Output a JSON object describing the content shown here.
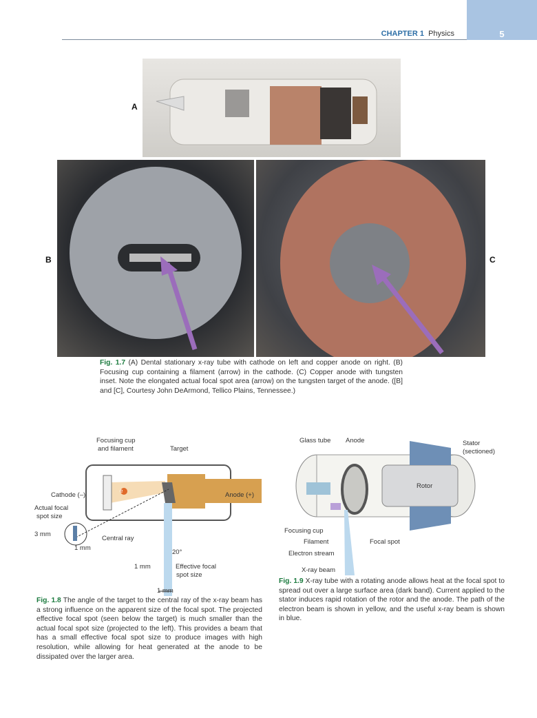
{
  "header": {
    "chapter_label": "CHAPTER 1",
    "chapter_title": "Physics",
    "page_number": "5"
  },
  "figure_1_7": {
    "panel_labels": [
      "A",
      "B",
      "C"
    ],
    "caption_label": "Fig. 1.7",
    "caption_text": "(A) Dental stationary x-ray tube with cathode on left and copper anode on right. (B) Focusing cup containing a filament (arrow) in the cathode. (C) Copper anode with tungsten inset. Note the elongated actual focal spot area (arrow) on the tungsten target of the anode. ([B] and [C], Courtesy John DeArmond, Tellico Plains, Tennessee.)"
  },
  "figure_1_8": {
    "labels": {
      "focusing_cup": "Focusing cup",
      "and_filament": "and filament",
      "target": "Target",
      "cathode": "Cathode (–)",
      "anode": "Anode (+)",
      "actual_focal": "Actual focal",
      "spot_size": "spot size",
      "three_mm": "3 mm",
      "one_mm_a": "1 mm",
      "central_ray": "Central ray",
      "angle": "20°",
      "one_mm_b": "1 mm",
      "effective_focal": "Effective focal",
      "effective_spot_size": "spot size",
      "one_mm_c": "1 mm",
      "electron": "e"
    },
    "caption_label": "Fig. 1.8",
    "caption_text": "The angle of the target to the central ray of the x-ray beam has a strong influence on the apparent size of the focal spot. The projected effective focal spot (seen below the target) is much smaller than the actual focal spot size (projected to the left). This provides a beam that has a small effective focal spot size to produce images with high resolution, while allowing for heat generated at the anode to be dissipated over the larger area."
  },
  "figure_1_9": {
    "labels": {
      "glass_tube": "Glass tube",
      "anode": "Anode",
      "stator": "Stator",
      "sectioned": "(sectioned)",
      "rotor": "Rotor",
      "focusing_cup": "Focusing cup",
      "filament": "Filament",
      "focal_spot": "Focal spot",
      "electron_stream": "Electron stream",
      "xray_beam": "X-ray beam"
    },
    "caption_label": "Fig. 1.9",
    "caption_text": "X-ray tube with a rotating anode allows heat at the focal spot to spread out over a large surface area (dark band). Current applied to the stator induces rapid rotation of the rotor and the anode. The path of the electron beam is shown in yellow, and the useful x-ray beam is shown in blue."
  }
}
